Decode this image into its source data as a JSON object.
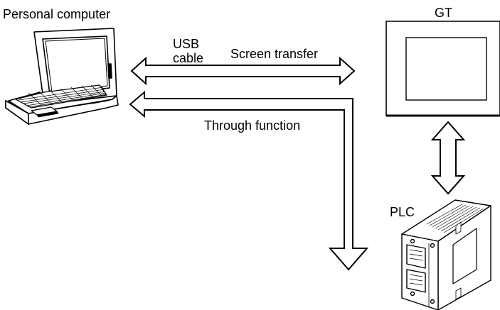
{
  "labels": {
    "personal_computer": "Personal computer",
    "gt": "GT",
    "usb_line1": "USB",
    "usb_line2": "cable",
    "screen_transfer": "Screen transfer",
    "through_function": "Through function",
    "plc": "PLC"
  },
  "devices": [
    {
      "name": "Personal computer",
      "icon": "laptop-icon"
    },
    {
      "name": "GT",
      "icon": "touch-panel-icon"
    },
    {
      "name": "PLC",
      "icon": "plc-module-icon"
    }
  ],
  "connections": [
    {
      "from": "Personal computer",
      "to": "GT",
      "label": "Screen transfer",
      "direction": "bidirectional"
    },
    {
      "from": "Personal computer",
      "to": "PLC",
      "label": "Through function",
      "direction": "bidirectional"
    },
    {
      "from": "GT",
      "to": "PLC",
      "label": "",
      "direction": "bidirectional"
    }
  ],
  "colors": {
    "line": "#000000",
    "background": "#ffffff"
  }
}
